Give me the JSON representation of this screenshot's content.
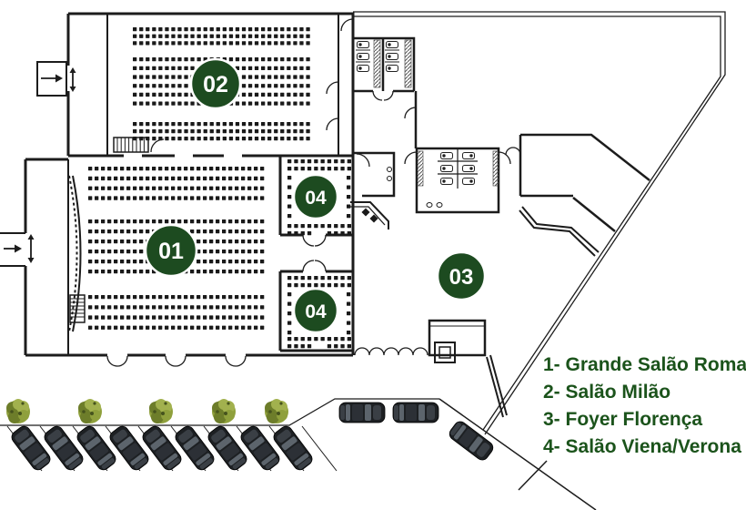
{
  "page": {
    "background": "#ffffff",
    "type": "convention-center-floor-plan"
  },
  "rooms": [
    {
      "label": "01",
      "name": "Grande Salão Roma"
    },
    {
      "label": "02",
      "name": "Salão Milão"
    },
    {
      "label": "03",
      "name": "Foyer Florença"
    },
    {
      "label": "04",
      "name": "Salão Viena/Verona"
    },
    {
      "label": "04",
      "name": "Salão Viena/Verona"
    }
  ],
  "legend": {
    "items": [
      {
        "text": "1- Grande Salão Roma"
      },
      {
        "text": "2- Salão Milão"
      },
      {
        "text": "3- Foyer Florença"
      },
      {
        "text": "4- Salão Viena/Verona"
      }
    ]
  },
  "parking": {
    "angled_cars": 9,
    "straight_cars": 2,
    "road_cars": 1,
    "trees": 5
  },
  "icons": {
    "entrance_arrow": "right-arrow",
    "double_arrow": "up-down-arrow",
    "car": "car-top-view",
    "tree": "tree-canopy",
    "toilet": "toilet-fixture",
    "stairs": "stairs-hatch"
  },
  "colors": {
    "wall": "#1c1c1c",
    "seat": "#1a1a1a",
    "room_circle": "#1d4b20",
    "room_circle_text": "#ffffff",
    "legend_text": "#1b531b",
    "tree": "#8fa03c",
    "car": "#1d2023"
  }
}
